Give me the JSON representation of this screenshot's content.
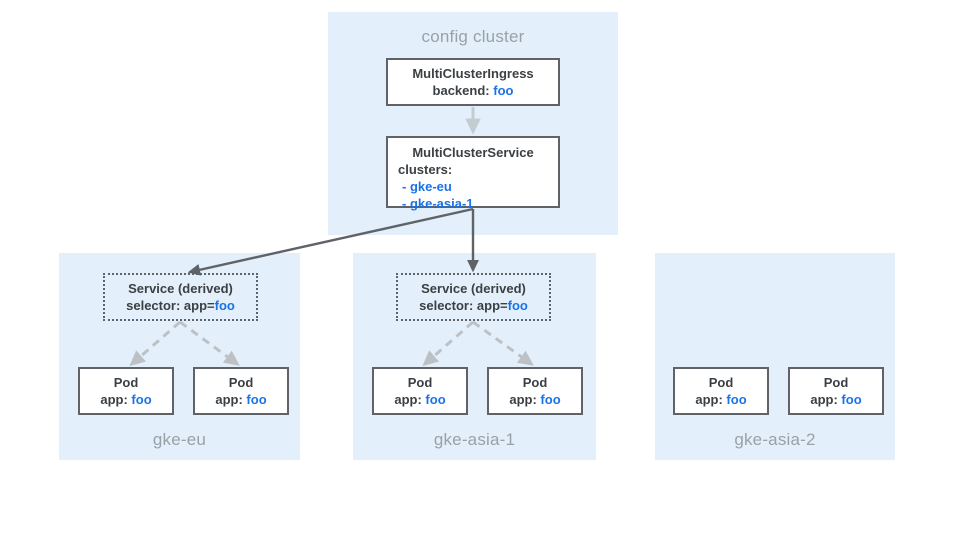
{
  "config_cluster": {
    "title": "config cluster",
    "ingress": {
      "title": "MultiClusterIngress",
      "backend_label": "backend:",
      "backend_value": "foo"
    },
    "service": {
      "title": "MultiClusterService",
      "clusters_label": "clusters:",
      "clusters": [
        "- gke-eu",
        "- gke-asia-1"
      ]
    }
  },
  "clusters": [
    {
      "name": "gke-eu",
      "has_service": true,
      "service": {
        "title": "Service (derived)",
        "selector_label": "selector: app=",
        "selector_value": "foo"
      },
      "pods": [
        {
          "title": "Pod",
          "app_label": "app:",
          "app_value": "foo"
        },
        {
          "title": "Pod",
          "app_label": "app:",
          "app_value": "foo"
        }
      ]
    },
    {
      "name": "gke-asia-1",
      "has_service": true,
      "service": {
        "title": "Service (derived)",
        "selector_label": "selector: app=",
        "selector_value": "foo"
      },
      "pods": [
        {
          "title": "Pod",
          "app_label": "app:",
          "app_value": "foo"
        },
        {
          "title": "Pod",
          "app_label": "app:",
          "app_value": "foo"
        }
      ]
    },
    {
      "name": "gke-asia-2",
      "has_service": false,
      "pods": [
        {
          "title": "Pod",
          "app_label": "app:",
          "app_value": "foo"
        },
        {
          "title": "Pod",
          "app_label": "app:",
          "app_value": "foo"
        }
      ]
    }
  ],
  "colors": {
    "panel_background": "#e3f0fb",
    "box_border": "#5f6368",
    "accent_blue": "#1a73e8",
    "label_gray": "#9aa0a6",
    "solid_arrow": "#5f6368",
    "dashed_arrow": "#bdc1c6",
    "light_arrow": "#c3cbd3"
  }
}
